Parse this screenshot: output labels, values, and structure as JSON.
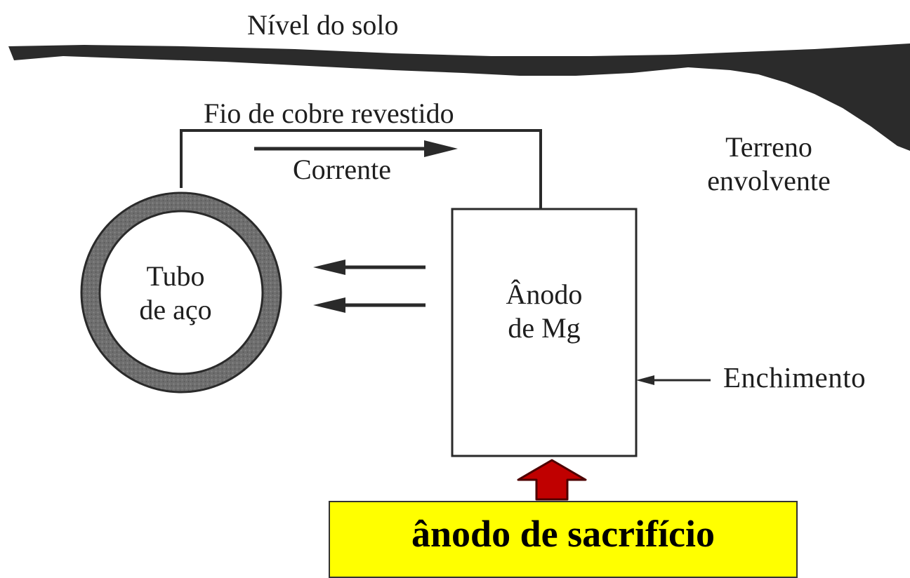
{
  "labels": {
    "ground_level": "Nível do solo",
    "wire": "Fio de cobre revestido",
    "current": "Corrente",
    "soil_line1": "Terreno",
    "soil_line2": "envolvente",
    "pipe_line1": "Tubo",
    "pipe_line2": "de aço",
    "anode_line1": "Ânodo",
    "anode_line2": "de Mg",
    "backfill": "Enchimento"
  },
  "callout": {
    "text": "ânodo de sacrifício"
  },
  "colors": {
    "ground": "#2b2b2b",
    "line": "#2a2a2a",
    "pipe_wall": "#6b6b6b",
    "callout_fill": "#ffff00",
    "callout_arrow": "#c00000",
    "callout_arrow_outline": "#4d0000"
  }
}
